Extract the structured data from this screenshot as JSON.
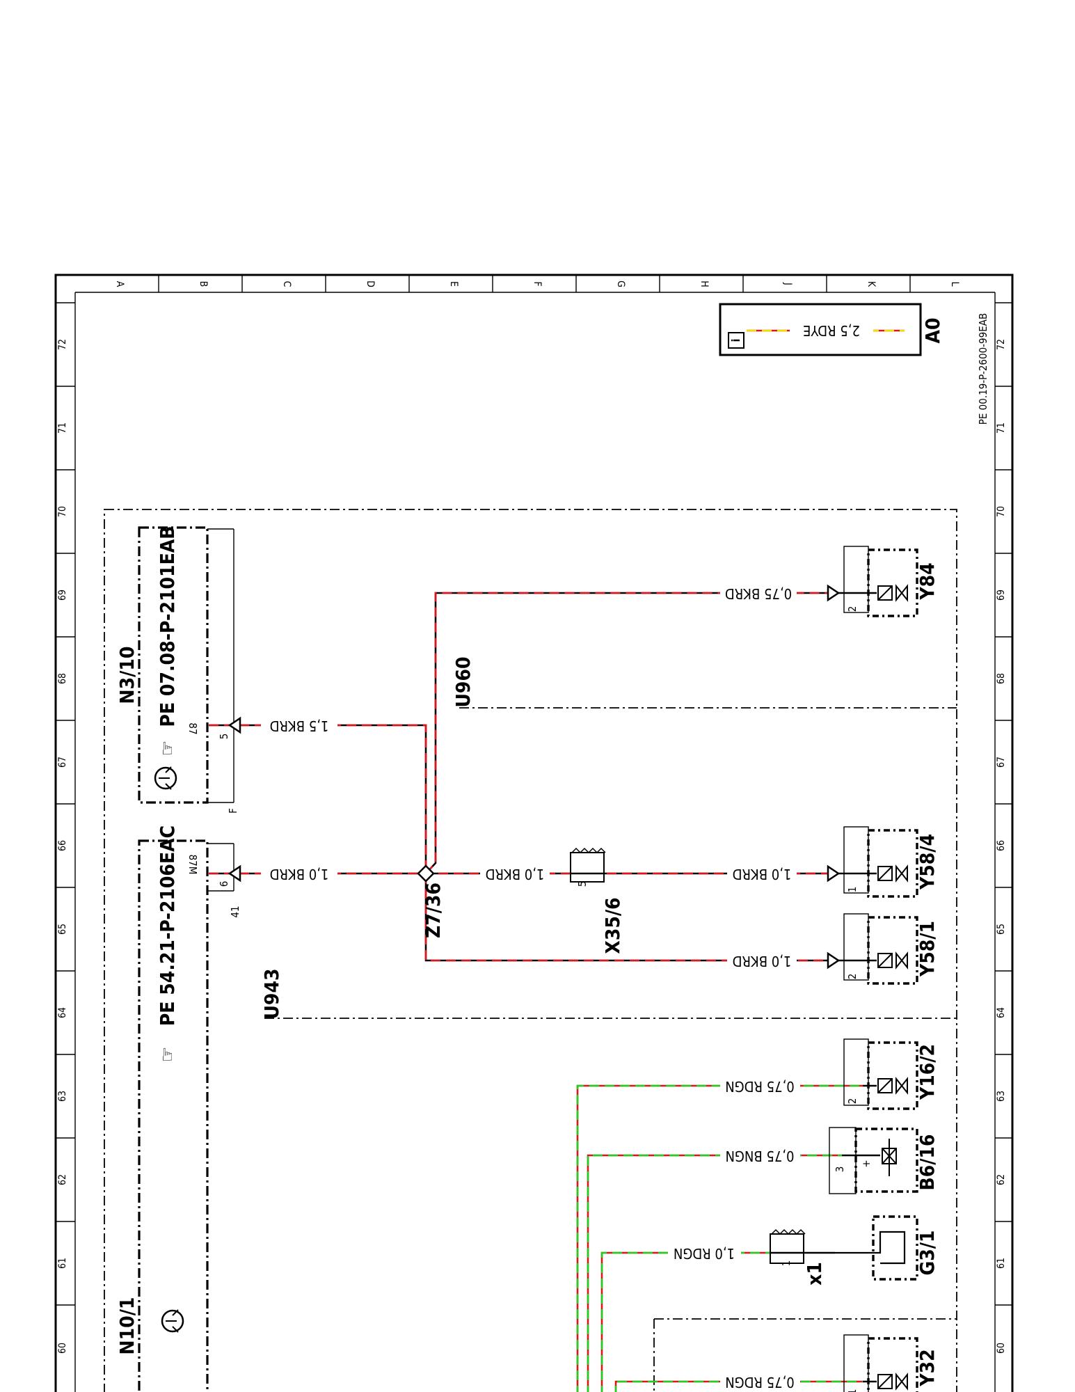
{
  "grid": {
    "columns": [
      "A",
      "B",
      "C",
      "D",
      "E",
      "F",
      "G",
      "H",
      "J",
      "K",
      "L"
    ],
    "rows": [
      "60",
      "61",
      "62",
      "63",
      "64",
      "65",
      "66",
      "67",
      "68",
      "69",
      "70",
      "71",
      "72"
    ]
  },
  "document_id": "PE 00.19-P-2600-99EAB",
  "sheet_tag": "A0",
  "info_icon": "i",
  "legend_wire": "2,5 RDYE",
  "modules": {
    "n3_10": "N3/10",
    "n3_10_ref": "PE 07.08-P-2101EAB",
    "n10_1": "N10/1",
    "n10_1_ref": "PE 54.21-P-2106EAC"
  },
  "zones": {
    "u960": "U960",
    "u943": "U943"
  },
  "splice": "Z7/36",
  "connector_x35": "X35/6",
  "connector_x1": "x1",
  "pins": {
    "n3_5": "5",
    "n3_87": "87",
    "n3_f": "F",
    "n10_6": "6",
    "n10_87m": "87M",
    "n10_41": "41",
    "x35_5": "5",
    "x1_1": "1",
    "y84": "2",
    "y58_4": "1",
    "y58_1": "2",
    "y16_2": "2",
    "b6_16": "3",
    "b6_plus": "+",
    "y32": "1"
  },
  "wires": [
    {
      "label": "1,5 BKRD"
    },
    {
      "label": "1,0 BKRD"
    },
    {
      "label": "1,0 BKRD"
    },
    {
      "label": "1,0 BKRD"
    },
    {
      "label": "0,75 BKRD"
    },
    {
      "label": "1,0 BKRD"
    },
    {
      "label": "0,75 RDGN"
    },
    {
      "label": "0,75 BNGN"
    },
    {
      "label": "1,0 RDGN"
    },
    {
      "label": "0,75 RDGN"
    }
  ],
  "components": [
    "Y84",
    "Y58/4",
    "Y58/1",
    "Y16/2",
    "B6/16",
    "G3/1",
    "Y32"
  ]
}
